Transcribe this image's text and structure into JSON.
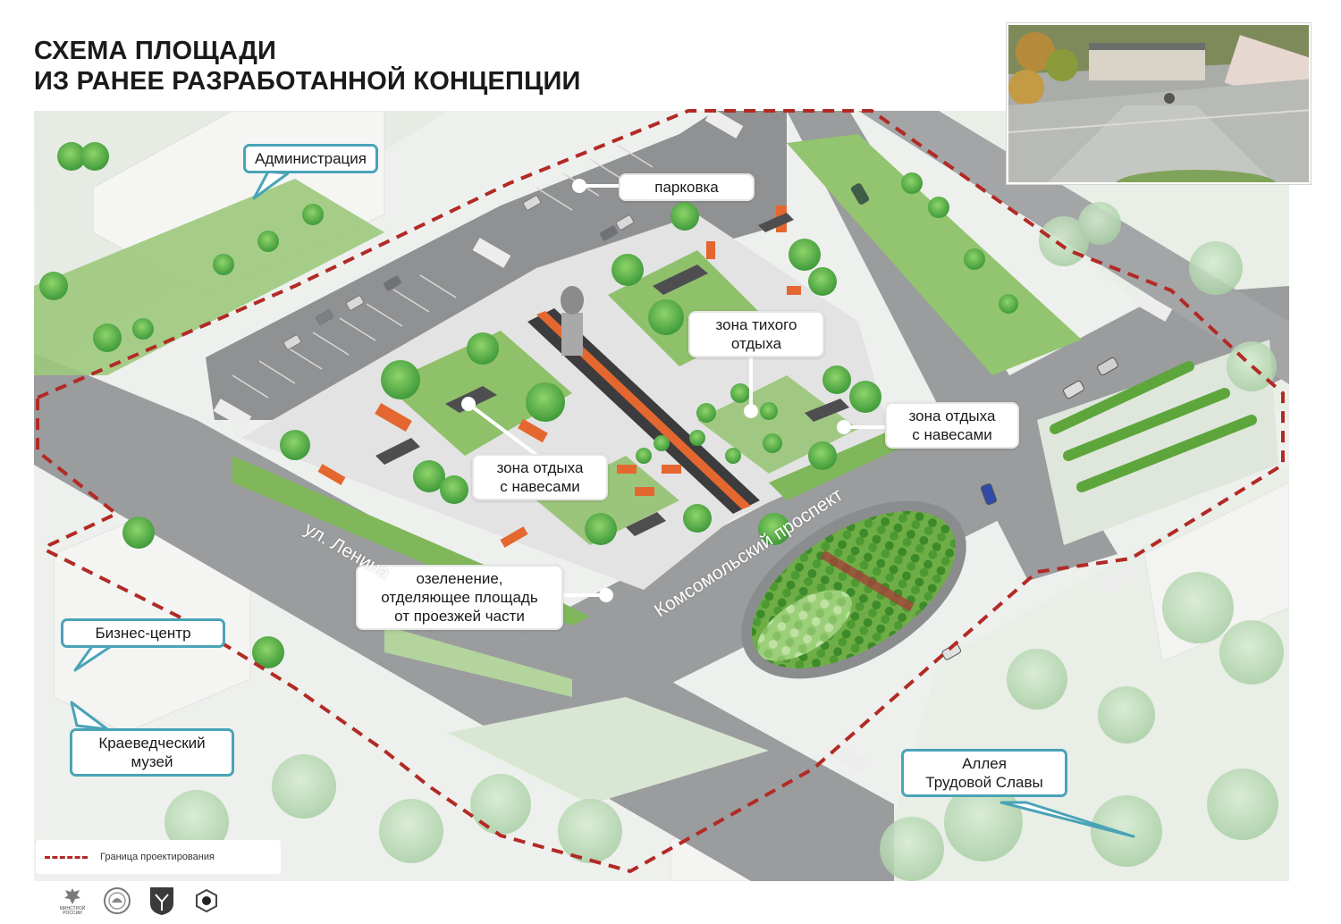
{
  "title": {
    "line1": "СХЕМА ПЛОЩАДИ",
    "line2": "ИЗ РАНЕЕ РАЗРАБОТАННОЙ КОНЦЕПЦИИ"
  },
  "callouts": {
    "administration": "Администрация",
    "business_center": "Бизнес-центр",
    "museum_line1": "Краеведческий",
    "museum_line2": "музей",
    "alley_line1": "Аллея",
    "alley_line2": "Трудовой Славы"
  },
  "labels": {
    "parking": "парковка",
    "quiet_zone_line1": "зона тихого",
    "quiet_zone_line2": "отдыха",
    "rest_zone_right_line1": "зона отдыха",
    "rest_zone_right_line2": "с навесами",
    "rest_zone_left_line1": "зона отдыха",
    "rest_zone_left_line2": "с навесами",
    "greening_line1": "озеленение,",
    "greening_line2": "отделяющее площадь",
    "greening_line3": "от проезжей части"
  },
  "streets": {
    "lenina": "ул. Ленина",
    "komsomolsky": "Комсомольский проспект"
  },
  "legend": {
    "boundary": "Граница проектирования"
  },
  "logos": {
    "ministry_caption_line1": "МИНСТРОЙ",
    "ministry_caption_line2": "РОССИИ"
  },
  "colors": {
    "callout_border": "#4aa3b7",
    "boundary": "#b22a25",
    "grass": "#8fc06a",
    "road": "#9a9c9e",
    "plaza": "#e3e3e3",
    "accent_paving": "#e4672f"
  }
}
